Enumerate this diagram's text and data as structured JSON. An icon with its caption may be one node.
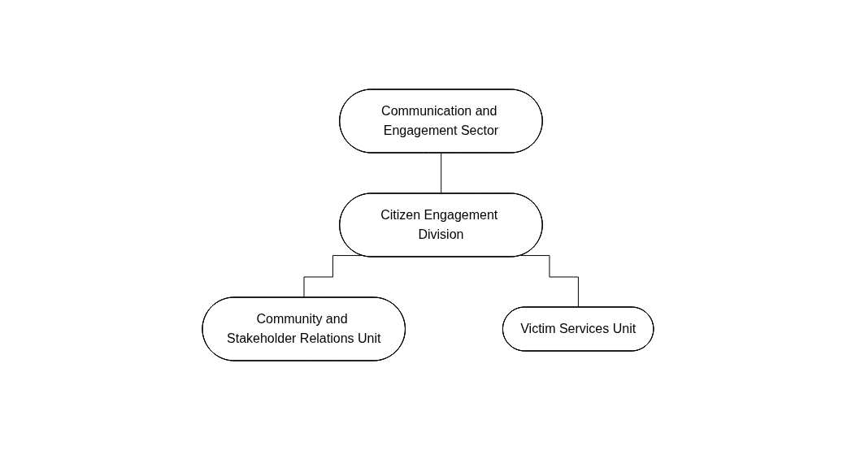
{
  "diagram": {
    "nodes": [
      {
        "text": [
          "Communication and Engagement Sector"
        ]
      },
      {
        "text": [
          "Citizen Engagement Division"
        ]
      },
      {
        "text": [
          "Community and Stakeholder Relations Unit"
        ]
      },
      {
        "text": [
          "Victim Services Unit"
        ]
      }
    ],
    "edges": [
      {
        "from": 0,
        "to": 1,
        "arrow": "none"
      },
      {
        "from": 1,
        "to": 2,
        "arrow": "none"
      },
      {
        "from": 1,
        "to": 3,
        "arrow": "none"
      }
    ]
  }
}
